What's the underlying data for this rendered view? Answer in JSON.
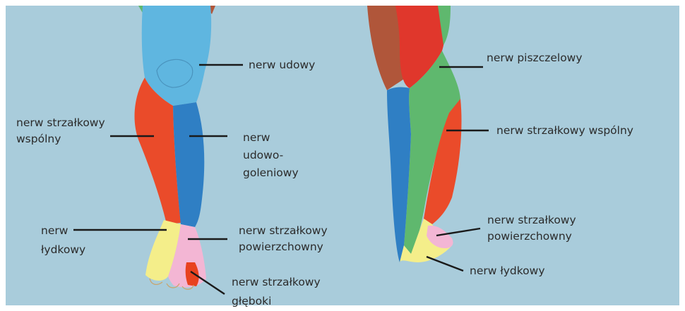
{
  "colors": {
    "background": "#a9ccdb",
    "femoral": "#5fb6e0",
    "saphenous": "#2f7fc4",
    "common_peroneal": "#ea4b2a",
    "superficial_peroneal": "#f3b6d4",
    "deep_peroneal": "#e8421f",
    "sural": "#f4ee8a",
    "tibial": "#5fb86e",
    "thigh_posterior_brown": "#b0563a",
    "thigh_posterior_red": "#e0372c",
    "leader_line": "#1a1a1a"
  },
  "labels": {
    "front": {
      "femoral": "nerw udowy",
      "common_peroneal_line1": "nerw strzałkowy",
      "common_peroneal_line2": "wspólny",
      "saphenous_line1": "nerw",
      "saphenous_line2": "udowo-",
      "saphenous_line3": "goleniowy",
      "sural_line1": "nerw",
      "sural_line2": "łydkowy",
      "superficial_peroneal_line1": "nerw strzałkowy",
      "superficial_peroneal_line2": "powierzchowny",
      "deep_peroneal_line1": "nerw strzałkowy",
      "deep_peroneal_line2": "głęboki"
    },
    "back": {
      "tibial": "nerw piszczelowy",
      "common_peroneal": "nerw strzałkowy wspólny",
      "superficial_peroneal_line1": "nerw strzałkowy",
      "superficial_peroneal_line2": "powierzchowny",
      "sural": "nerw łydkowy"
    }
  }
}
